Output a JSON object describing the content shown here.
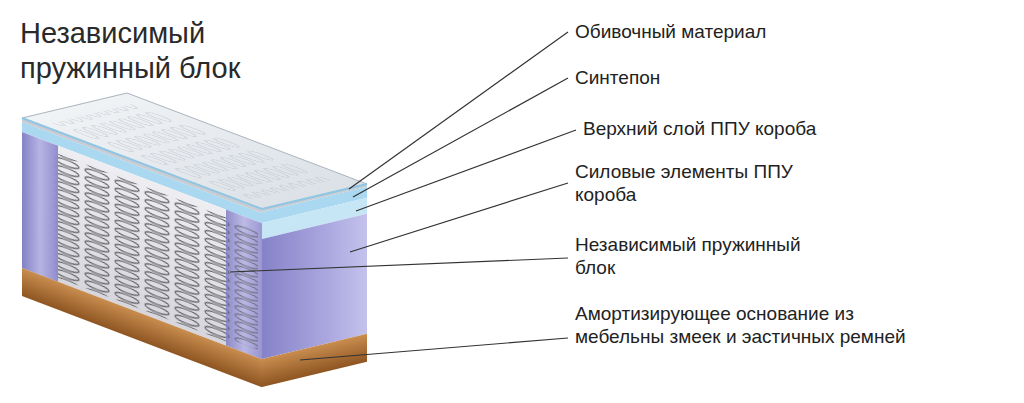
{
  "diagram": {
    "title": "Независимый пружинный блок",
    "labels": [
      "Обивочный материал",
      "Синтепон",
      "Верхний слой ППУ короба",
      "Силовые элементы ППУ короба",
      "Независимый пружинный блок",
      "Амортизирующее основание из мебельны змеек и эастичных ремней"
    ]
  }
}
